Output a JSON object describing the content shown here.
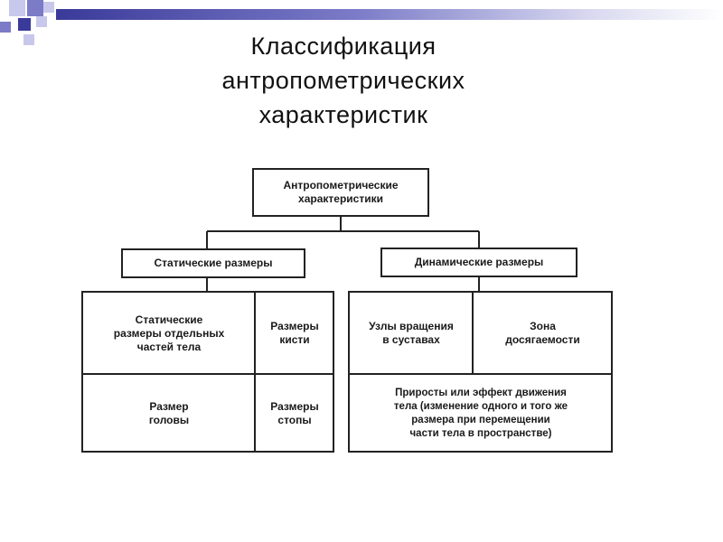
{
  "title": "Классификация\nантропометрических\nхарактеристик",
  "diagram": {
    "root": "Антропометрические\nхарактеристики",
    "static_sizes": "Статические размеры",
    "dynamic_sizes": "Динамические размеры",
    "static_cells": {
      "body_parts": "Статические\nразмеры отдельных\nчастей тела",
      "hand": "Размеры\nкисти",
      "head": "Размер\nголовы",
      "foot": "Размеры\nстопы"
    },
    "dynamic_cells": {
      "joints": "Узлы вращения\nв суставах",
      "reach": "Зона\nдосягаемости",
      "increments": "Приросты или эффект движения\nтела (изменение одного и того же\nразмера при перемещении\nчасти тела в пространстве)"
    }
  },
  "colors": {
    "deco_dark": "#3a3a9a",
    "deco_mid": "#7b7bc8",
    "deco_light": "#c8c8ec"
  }
}
